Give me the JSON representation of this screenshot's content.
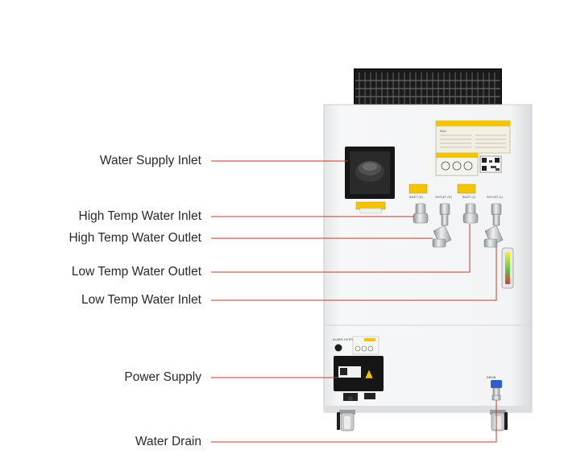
{
  "labels": {
    "water_supply_inlet": "Water Supply Inlet",
    "high_temp_water_inlet": "High Temp Water Inlet",
    "high_temp_water_outlet": "High Temp Water Outlet",
    "low_temp_water_outlet": "Low Temp Water Outlet",
    "low_temp_water_inlet": "Low Temp Water Inlet",
    "power_supply": "Power Supply",
    "water_drain": "Water Drain"
  },
  "port_tags": {
    "inlet_h": "INLET (H)",
    "outlet_h": "OUTLET (H)",
    "inlet_l": "INLET (L)",
    "outlet_l": "OUTLET (L)"
  },
  "panel_text": {
    "alarm_output": "ALARM OUTPUT",
    "drain": "DRAIN",
    "brand": "S&A"
  },
  "colors": {
    "leader_line": "#c0392b",
    "label_text": "#2a2a2a",
    "chassis": "#f4f5f6",
    "warning_yellow": "#f5c400"
  }
}
